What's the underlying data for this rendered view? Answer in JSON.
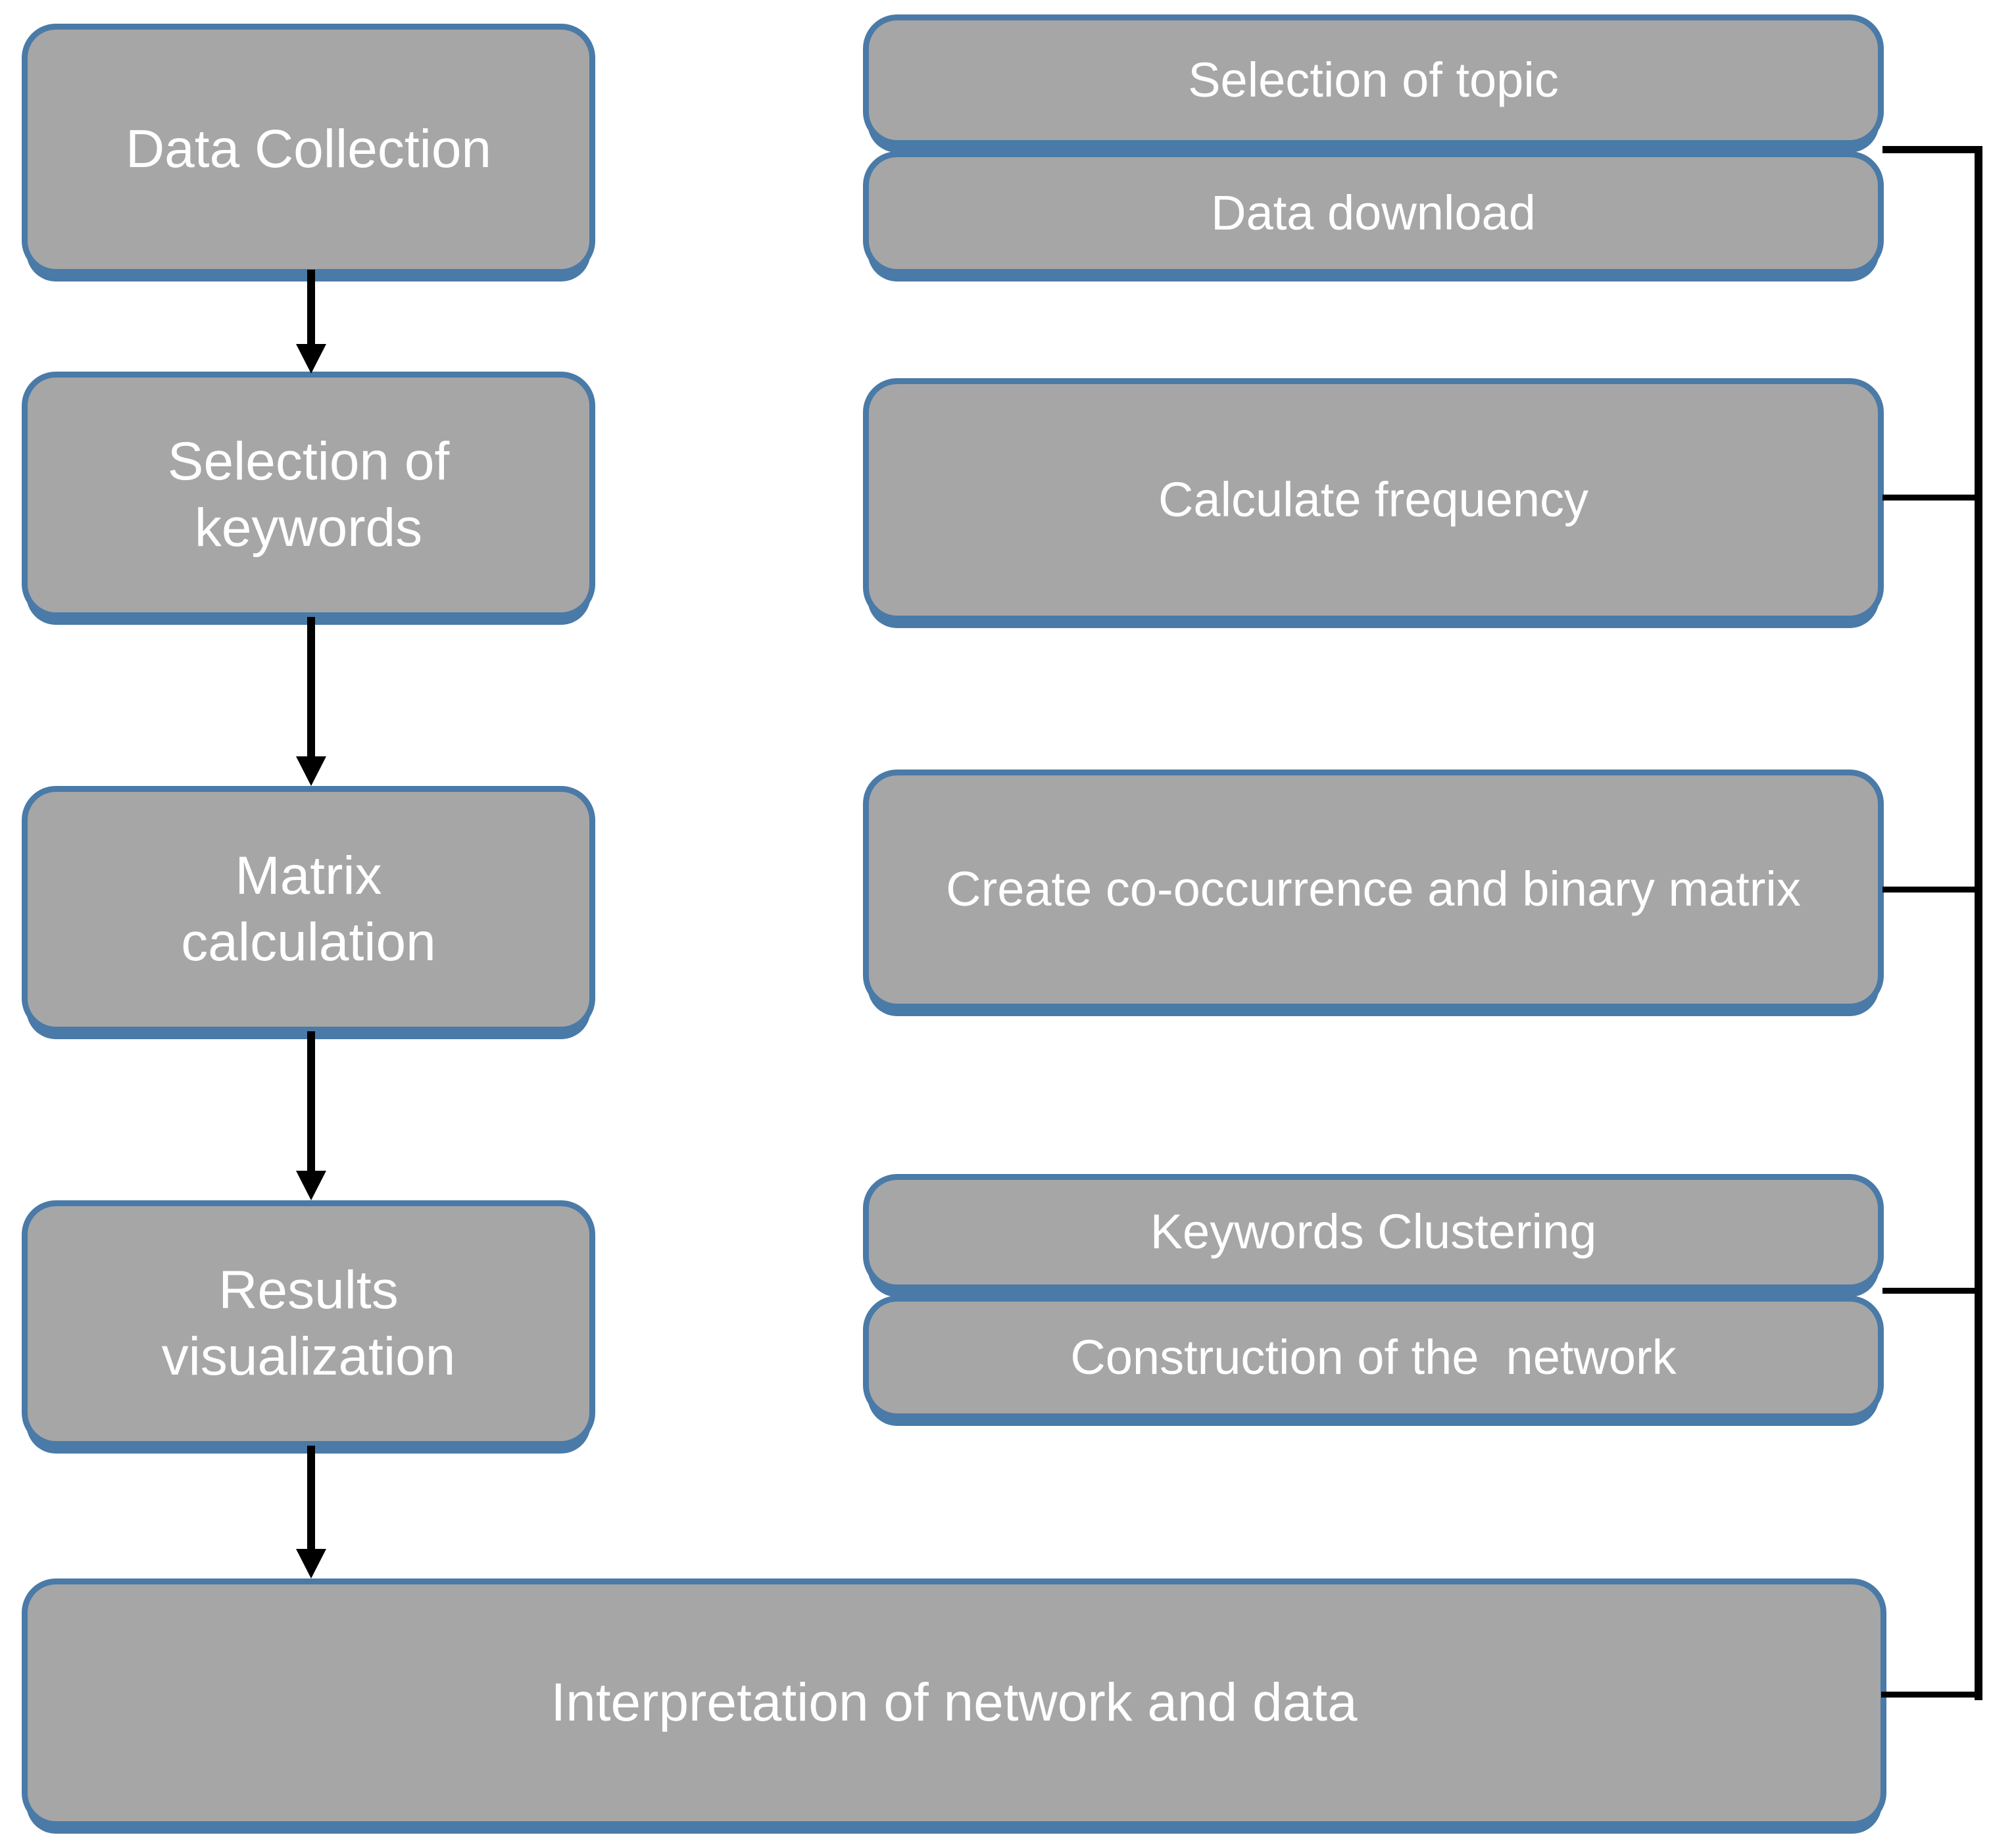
{
  "diagram": {
    "type": "flowchart",
    "left_column": {
      "boxes": [
        {
          "id": "data-collection",
          "label": "Data Collection"
        },
        {
          "id": "selection-of-keywords",
          "label": "Selection of\nkeywords"
        },
        {
          "id": "matrix-calculation",
          "label": "Matrix\ncalculation"
        },
        {
          "id": "results-visualization",
          "label": "Results\nvisualization"
        }
      ]
    },
    "right_column": {
      "boxes": [
        {
          "id": "selection-of-topic",
          "label": "Selection of topic"
        },
        {
          "id": "data-download",
          "label": "Data download"
        },
        {
          "id": "calculate-frequency",
          "label": "Calculate frequency"
        },
        {
          "id": "create-matrix",
          "label": "Create co-occurrence and binary matrix"
        },
        {
          "id": "keywords-clustering",
          "label": "Keywords Clustering"
        },
        {
          "id": "construction-network",
          "label": "Construction of the  network"
        }
      ]
    },
    "bottom_box": {
      "id": "interpretation",
      "label": "Interpretation of network and data"
    },
    "colors": {
      "box_fill": "#a6a6a6",
      "box_border": "#4a7aa7",
      "box_text": "#ffffff",
      "connector": "#000000"
    }
  }
}
